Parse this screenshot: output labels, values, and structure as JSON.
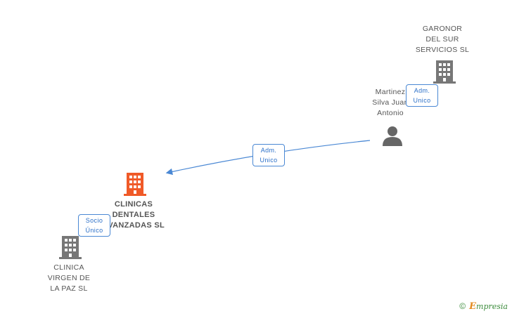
{
  "nodes": {
    "garonor": {
      "label_lines": [
        "GARONOR",
        "DEL SUR",
        "SERVICIOS SL"
      ]
    },
    "martinez": {
      "label_lines": [
        "Martinez",
        "Silva Juan",
        "Antonio"
      ]
    },
    "clinicas": {
      "label_lines": [
        "CLINICAS",
        "DENTALES",
        "AVANZADAS SL"
      ]
    },
    "virgen": {
      "label_lines": [
        "CLINICA",
        "VIRGEN DE",
        "LA PAZ  SL"
      ]
    }
  },
  "badges": {
    "garonor_adm": {
      "line1": "Adm.",
      "line2": "Unico"
    },
    "martinez_adm": {
      "line1": "Adm.",
      "line2": "Unico"
    },
    "virgen_socio": {
      "line1": "Socio",
      "line2": "Único"
    }
  },
  "footer": {
    "copyright": "©",
    "brand_e": "E",
    "brand_rest": "mpresia"
  },
  "colors": {
    "company_gray": "#777777",
    "company_main": "#f05a28",
    "person": "#666666",
    "edge": "#4a88d4"
  }
}
